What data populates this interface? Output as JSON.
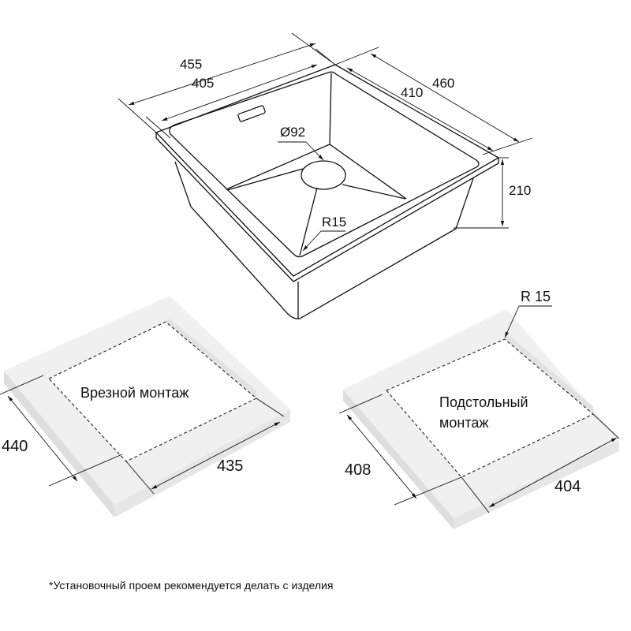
{
  "sink": {
    "dimensions": {
      "outer_width": "455",
      "inner_width": "405",
      "inner_depth": "410",
      "outer_depth": "460",
      "height": "210",
      "drain_diameter": "Ø92",
      "corner_radius": "R15"
    }
  },
  "cutouts": {
    "top_mount": {
      "label": "Врезной монтаж",
      "side_a": "440",
      "side_b": "435"
    },
    "undermount": {
      "label_line1": "Подстольный",
      "label_line2": "монтаж",
      "side_a": "408",
      "side_b": "404",
      "radius": "R 15"
    }
  },
  "footnote": "*Установочный проем рекомендуется делать с изделия",
  "colors": {
    "line": "#111111",
    "slab_top": "#efefef",
    "slab_side": "#dcdcdc"
  }
}
